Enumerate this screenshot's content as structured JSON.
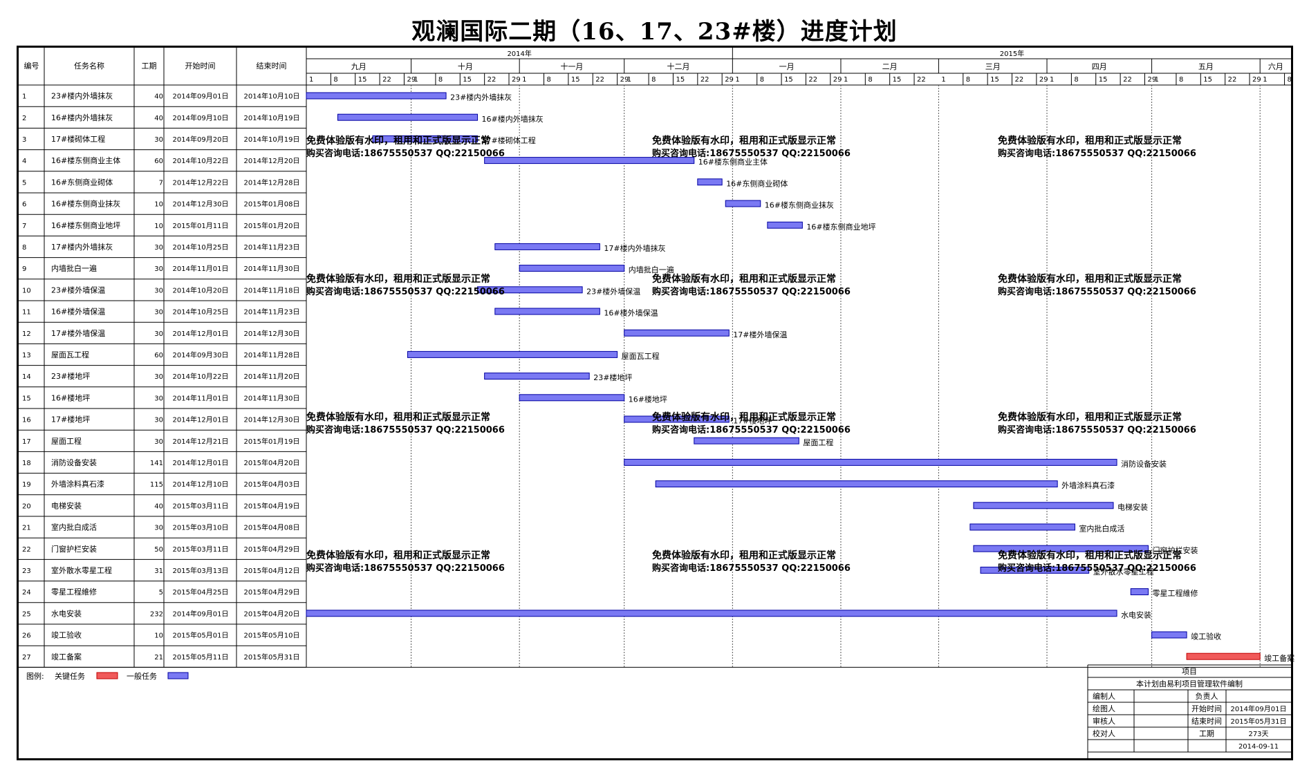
{
  "title": "观澜国际二期（16、17、23#楼）进度计划",
  "columns": {
    "num": "编号",
    "name": "任务名称",
    "dur": "工期",
    "start": "开始时间",
    "end": "结束时间"
  },
  "years": [
    {
      "label": "2014年",
      "from": "2014-09-01",
      "to": "2015-01-01"
    },
    {
      "label": "2015年",
      "from": "2015-01-01",
      "to": "2015-06-10"
    }
  ],
  "months": [
    {
      "label": "九月",
      "from": "2014-09-01",
      "to": "2014-10-01"
    },
    {
      "label": "十月",
      "from": "2014-10-01",
      "to": "2014-11-01"
    },
    {
      "label": "十一月",
      "from": "2014-11-01",
      "to": "2014-12-01"
    },
    {
      "label": "十二月",
      "from": "2014-12-01",
      "to": "2015-01-01"
    },
    {
      "label": "一月",
      "from": "2015-01-01",
      "to": "2015-02-01"
    },
    {
      "label": "二月",
      "from": "2015-02-01",
      "to": "2015-03-01"
    },
    {
      "label": "三月",
      "from": "2015-03-01",
      "to": "2015-04-01"
    },
    {
      "label": "四月",
      "from": "2015-04-01",
      "to": "2015-05-01"
    },
    {
      "label": "五月",
      "from": "2015-05-01",
      "to": "2015-06-01"
    },
    {
      "label": "六月",
      "from": "2015-06-01",
      "to": "2015-06-10"
    }
  ],
  "day_ticks": [
    "1",
    "8",
    "15",
    "22",
    "29"
  ],
  "chart_data": {
    "type": "gantt",
    "x_range": [
      "2014-09-01",
      "2015-06-10"
    ],
    "tasks": [
      {
        "id": "1",
        "name": "23#楼内外墙抹灰",
        "duration": 40,
        "start": "2014年09月01日",
        "end": "2014年10月10日",
        "s": "2014-09-01",
        "e": "2014-10-10",
        "critical": false
      },
      {
        "id": "2",
        "name": "16#楼内外墙抹灰",
        "duration": 40,
        "start": "2014年09月10日",
        "end": "2014年10月19日",
        "s": "2014-09-10",
        "e": "2014-10-19",
        "critical": false
      },
      {
        "id": "3",
        "name": "17#楼砌体工程",
        "duration": 30,
        "start": "2014年09月20日",
        "end": "2014年10月19日",
        "s": "2014-09-20",
        "e": "2014-10-19",
        "critical": false
      },
      {
        "id": "4",
        "name": "16#楼东侧商业主体",
        "duration": 60,
        "start": "2014年10月22日",
        "end": "2014年12月20日",
        "s": "2014-10-22",
        "e": "2014-12-20",
        "critical": false
      },
      {
        "id": "5",
        "name": "16#东侧商业砌体",
        "duration": 7,
        "start": "2014年12月22日",
        "end": "2014年12月28日",
        "s": "2014-12-22",
        "e": "2014-12-28",
        "critical": false
      },
      {
        "id": "6",
        "name": "16#楼东侧商业抹灰",
        "duration": 10,
        "start": "2014年12月30日",
        "end": "2015年01月08日",
        "s": "2014-12-30",
        "e": "2015-01-08",
        "critical": false
      },
      {
        "id": "7",
        "name": "16#楼东侧商业地坪",
        "duration": 10,
        "start": "2015年01月11日",
        "end": "2015年01月20日",
        "s": "2015-01-11",
        "e": "2015-01-20",
        "critical": false
      },
      {
        "id": "8",
        "name": "17#楼内外墙抹灰",
        "duration": 30,
        "start": "2014年10月25日",
        "end": "2014年11月23日",
        "s": "2014-10-25",
        "e": "2014-11-23",
        "critical": false
      },
      {
        "id": "9",
        "name": "内墙批白一遍",
        "duration": 30,
        "start": "2014年11月01日",
        "end": "2014年11月30日",
        "s": "2014-11-01",
        "e": "2014-11-30",
        "critical": false
      },
      {
        "id": "10",
        "name": "23#楼外墙保温",
        "duration": 30,
        "start": "2014年10月20日",
        "end": "2014年11月18日",
        "s": "2014-10-20",
        "e": "2014-11-18",
        "critical": false
      },
      {
        "id": "11",
        "name": "16#楼外墙保温",
        "duration": 30,
        "start": "2014年10月25日",
        "end": "2014年11月23日",
        "s": "2014-10-25",
        "e": "2014-11-23",
        "critical": false
      },
      {
        "id": "12",
        "name": "17#楼外墙保温",
        "duration": 30,
        "start": "2014年12月01日",
        "end": "2014年12月30日",
        "s": "2014-12-01",
        "e": "2014-12-30",
        "critical": false
      },
      {
        "id": "13",
        "name": "屋面瓦工程",
        "duration": 60,
        "start": "2014年09月30日",
        "end": "2014年11月28日",
        "s": "2014-09-30",
        "e": "2014-11-28",
        "critical": false
      },
      {
        "id": "14",
        "name": "23#楼地坪",
        "duration": 30,
        "start": "2014年10月22日",
        "end": "2014年11月20日",
        "s": "2014-10-22",
        "e": "2014-11-20",
        "critical": false
      },
      {
        "id": "15",
        "name": "16#楼地坪",
        "duration": 30,
        "start": "2014年11月01日",
        "end": "2014年11月30日",
        "s": "2014-11-01",
        "e": "2014-11-30",
        "critical": false
      },
      {
        "id": "16",
        "name": "17#楼地坪",
        "duration": 30,
        "start": "2014年12月01日",
        "end": "2014年12月30日",
        "s": "2014-12-01",
        "e": "2014-12-30",
        "critical": false
      },
      {
        "id": "17",
        "name": "屋面工程",
        "duration": 30,
        "start": "2014年12月21日",
        "end": "2015年01月19日",
        "s": "2014-12-21",
        "e": "2015-01-19",
        "critical": false
      },
      {
        "id": "18",
        "name": "消防设备安装",
        "duration": 141,
        "start": "2014年12月01日",
        "end": "2015年04月20日",
        "s": "2014-12-01",
        "e": "2015-04-20",
        "critical": false
      },
      {
        "id": "19",
        "name": "外墙涂料真石漆",
        "duration": 115,
        "start": "2014年12月10日",
        "end": "2015年04月03日",
        "s": "2014-12-10",
        "e": "2015-04-03",
        "critical": false
      },
      {
        "id": "20",
        "name": "电梯安装",
        "duration": 40,
        "start": "2015年03月11日",
        "end": "2015年04月19日",
        "s": "2015-03-11",
        "e": "2015-04-19",
        "critical": false
      },
      {
        "id": "21",
        "name": "室内批白成活",
        "duration": 30,
        "start": "2015年03月10日",
        "end": "2015年04月08日",
        "s": "2015-03-10",
        "e": "2015-04-08",
        "critical": false
      },
      {
        "id": "22",
        "name": "门窗护栏安装",
        "duration": 50,
        "start": "2015年03月11日",
        "end": "2015年04月29日",
        "s": "2015-03-11",
        "e": "2015-04-29",
        "critical": false
      },
      {
        "id": "23",
        "name": "室外散水零星工程",
        "duration": 31,
        "start": "2015年03月13日",
        "end": "2015年04月12日",
        "s": "2015-03-13",
        "e": "2015-04-12",
        "critical": false
      },
      {
        "id": "24",
        "name": "零星工程維修",
        "duration": 5,
        "start": "2015年04月25日",
        "end": "2015年04月29日",
        "s": "2015-04-25",
        "e": "2015-04-29",
        "critical": false
      },
      {
        "id": "25",
        "name": "水电安装",
        "duration": 232,
        "start": "2014年09月01日",
        "end": "2015年04月20日",
        "s": "2014-09-01",
        "e": "2015-04-20",
        "critical": false
      },
      {
        "id": "26",
        "name": "竣工验收",
        "duration": 10,
        "start": "2015年05月01日",
        "end": "2015年05月10日",
        "s": "2015-05-01",
        "e": "2015-05-10",
        "critical": false
      },
      {
        "id": "27",
        "name": "竣工备案",
        "duration": 21,
        "start": "2015年05月11日",
        "end": "2015年05月31日",
        "s": "2015-05-11",
        "e": "2015-05-31",
        "critical": true
      }
    ]
  },
  "watermark": {
    "line1": "免费体验版有水印，租用和正式版显示正常",
    "line2": "购买咨询电话:18675550537 QQ:22150066"
  },
  "legend": {
    "label": "图例:",
    "critical": "关键任务",
    "normal": "一般任务"
  },
  "info": {
    "project": "项目",
    "note": "本计划由易利项目管理软件编制",
    "editor": "编制人",
    "owner": "负责人",
    "drawer": "绘图人",
    "start_label": "开始时间",
    "start_value": "2014年09月01日",
    "reviewer": "审核人",
    "end_label": "结束时间",
    "end_value": "2015年05月31日",
    "checker": "校对人",
    "dur_label": "工期",
    "dur_value": "273天",
    "date": "2014-09-11"
  },
  "colors": {
    "bar": "#7a79f3",
    "bar_border": "#0000a0",
    "critical": "#f05a5a",
    "critical_text": "#e00000",
    "watermark": "#e5c87a"
  }
}
